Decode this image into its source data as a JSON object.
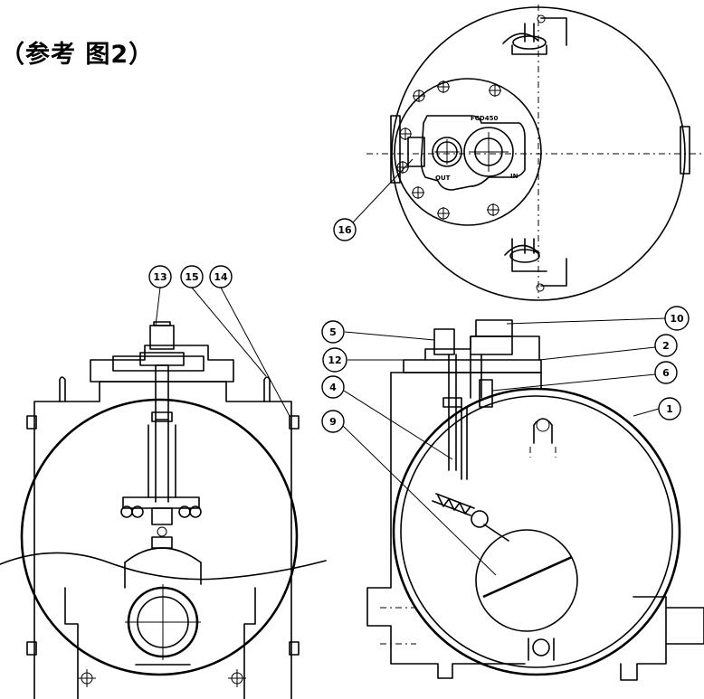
{
  "heading": "（参考 图2）",
  "labels": {
    "material": "FCD450",
    "port_out": "OUT",
    "port_in": "IN"
  },
  "callouts": [
    {
      "id": "c1",
      "text": "1"
    },
    {
      "id": "c2",
      "text": "2"
    },
    {
      "id": "c4",
      "text": "4"
    },
    {
      "id": "c5",
      "text": "5"
    },
    {
      "id": "c6",
      "text": "6"
    },
    {
      "id": "c9",
      "text": "9"
    },
    {
      "id": "c10",
      "text": "10"
    },
    {
      "id": "c12",
      "text": "12"
    },
    {
      "id": "c13",
      "text": "13"
    },
    {
      "id": "c14",
      "text": "14"
    },
    {
      "id": "c15",
      "text": "15"
    },
    {
      "id": "c16",
      "text": "16"
    }
  ]
}
